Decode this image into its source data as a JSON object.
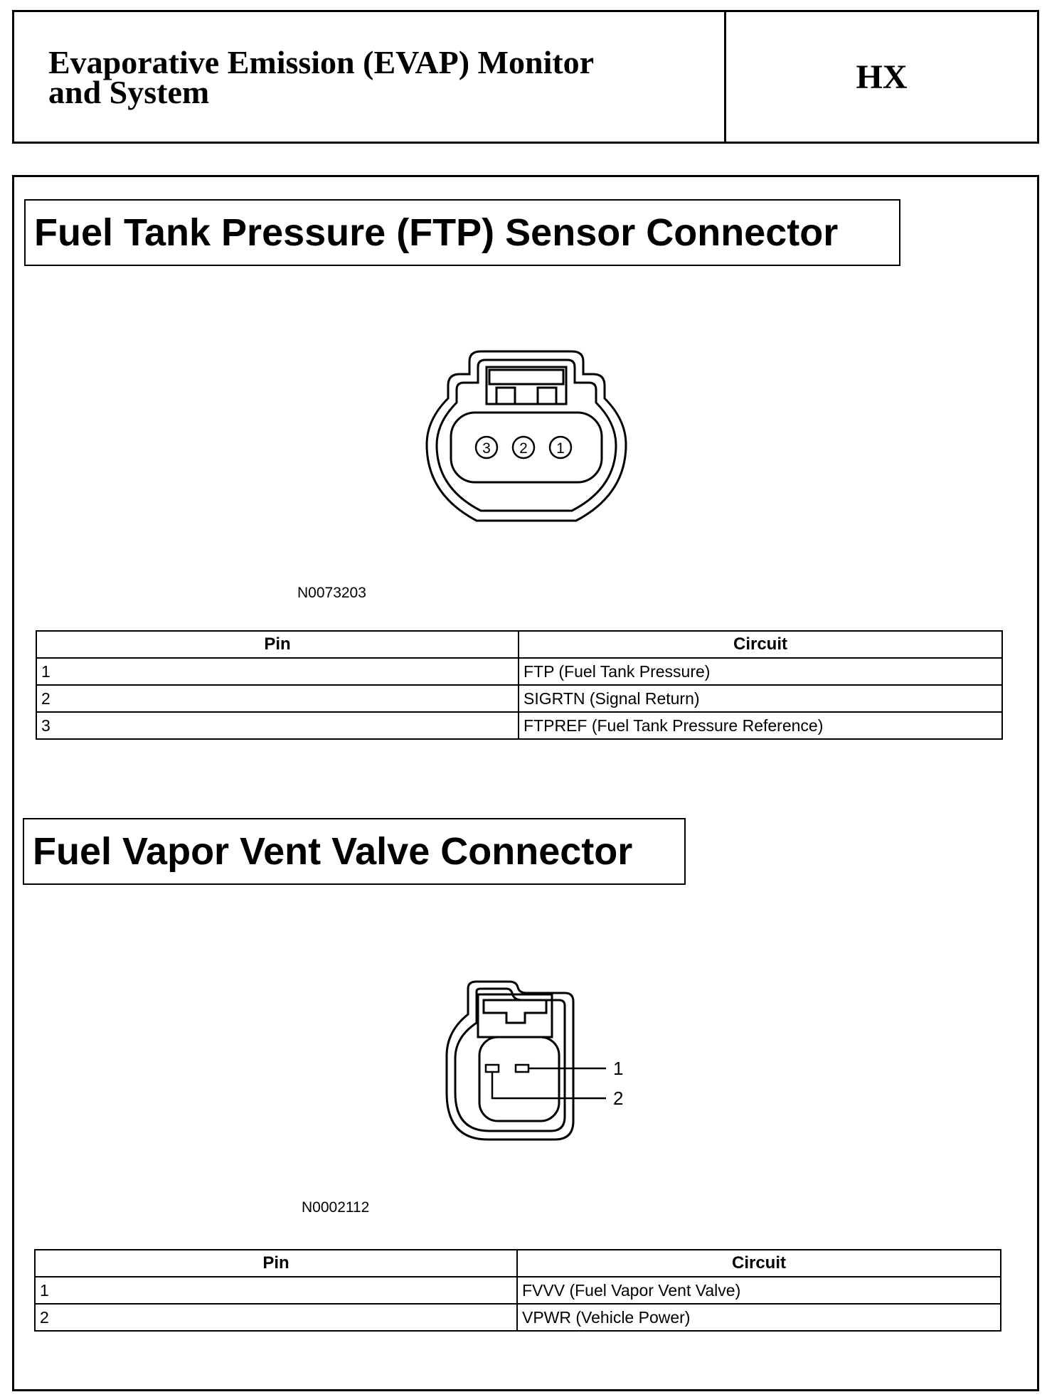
{
  "header": {
    "title_line1": "Evaporative Emission (EVAP) Monitor",
    "title_line2": "and System",
    "code": "HX"
  },
  "sections": [
    {
      "title": "Fuel Tank Pressure (FTP) Sensor Connector",
      "figure_code": "N0073203",
      "pin_labels": [
        "3",
        "2",
        "1"
      ],
      "table": {
        "headers": [
          "Pin",
          "Circuit"
        ],
        "rows": [
          [
            "1",
            "FTP (Fuel Tank Pressure)"
          ],
          [
            "2",
            "SIGRTN (Signal Return)"
          ],
          [
            "3",
            "FTPREF (Fuel Tank Pressure Reference)"
          ]
        ]
      }
    },
    {
      "title": "Fuel Vapor Vent Valve Connector",
      "figure_code": "N0002112",
      "pin_labels": [
        "1",
        "2"
      ],
      "table": {
        "headers": [
          "Pin",
          "Circuit"
        ],
        "rows": [
          [
            "1",
            "FVVV (Fuel Vapor Vent Valve)"
          ],
          [
            "2",
            "VPWR (Vehicle Power)"
          ]
        ]
      }
    }
  ]
}
